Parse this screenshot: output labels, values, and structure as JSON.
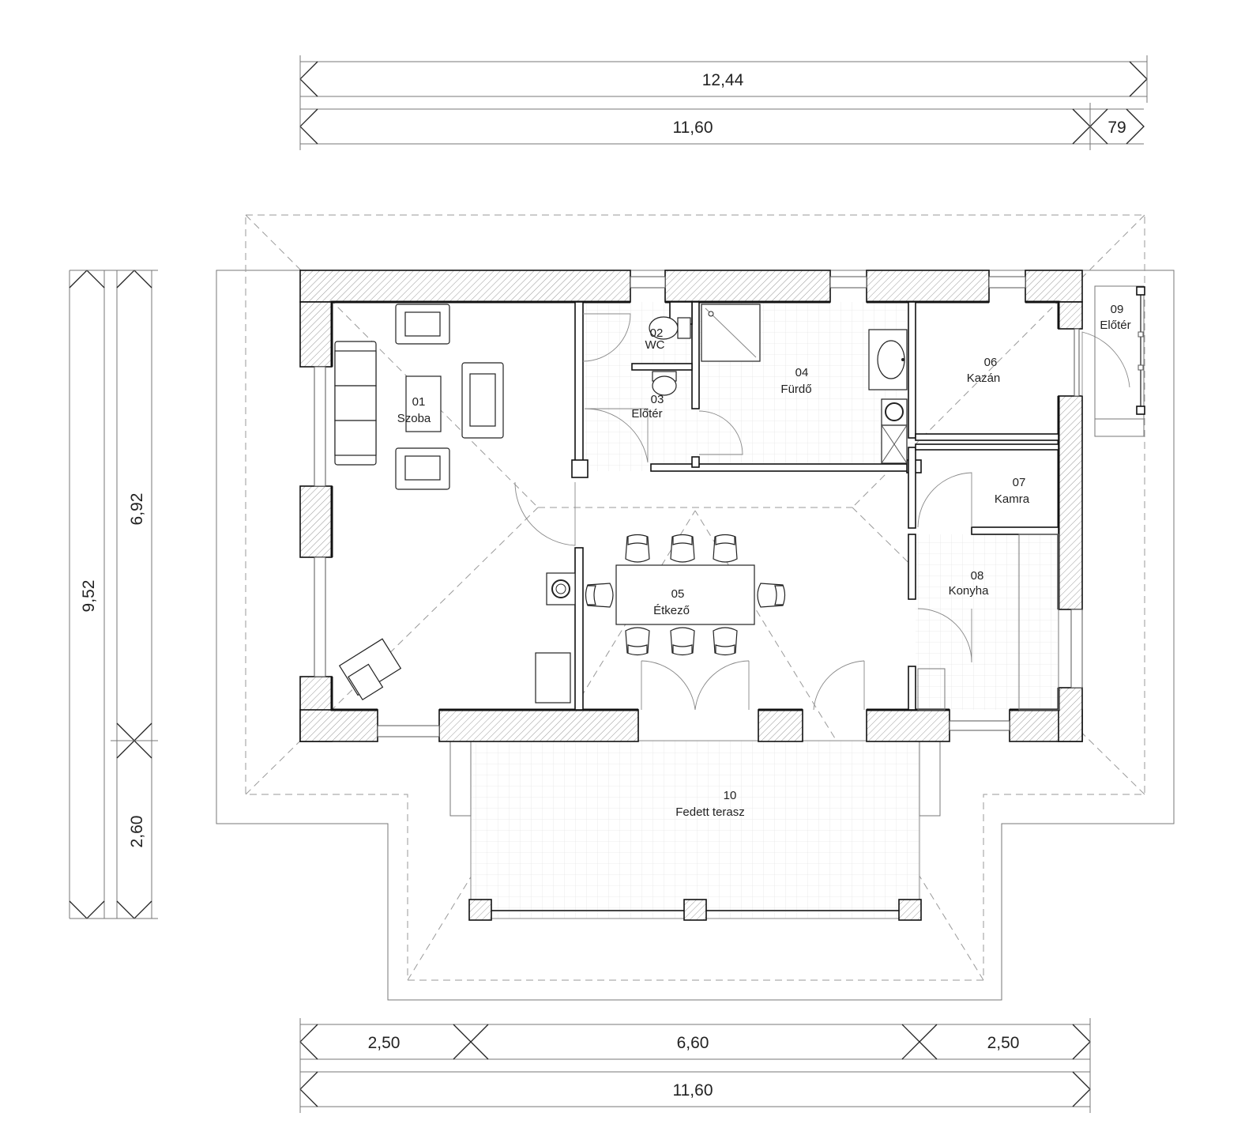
{
  "dimensions": {
    "top_total": "12,44",
    "top_main": "11,60",
    "top_extra": "79",
    "left_total": "9,52",
    "left_house": "6,92",
    "left_terrace": "2,60",
    "bottom_left": "2,50",
    "bottom_center": "6,60",
    "bottom_right": "2,50",
    "bottom_total": "11,60"
  },
  "rooms": [
    {
      "number": "01",
      "name": "Szoba"
    },
    {
      "number": "02",
      "name": "WC"
    },
    {
      "number": "03",
      "name": "Előtér"
    },
    {
      "number": "04",
      "name": "Fürdő"
    },
    {
      "number": "05",
      "name": "Étkező"
    },
    {
      "number": "06",
      "name": "Kazán"
    },
    {
      "number": "07",
      "name": "Kamra"
    },
    {
      "number": "08",
      "name": "Konyha"
    },
    {
      "number": "09",
      "name": "Előtér"
    },
    {
      "number": "10",
      "name": "Fedett terasz"
    }
  ]
}
